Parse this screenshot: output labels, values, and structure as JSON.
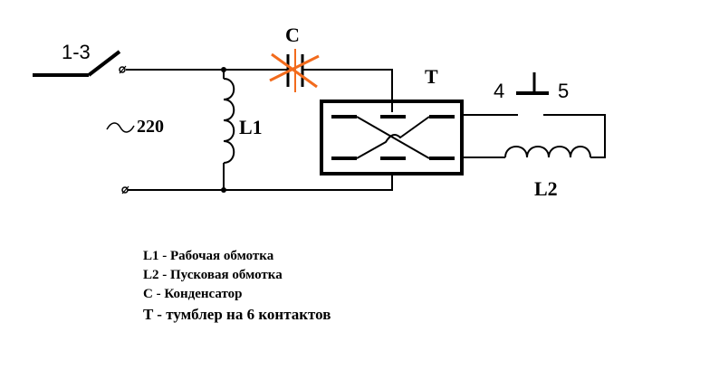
{
  "labels": {
    "switch": "1-3",
    "capacitor": "C",
    "toggle": "T",
    "button_left": "4",
    "button_right": "5",
    "voltage": "220",
    "l1": "L1",
    "l2": "L2"
  },
  "legend": [
    "L1 - Рабочая обмотка",
    "L2 - Пусковая обмотка",
    "C - Конденсатор",
    "T - тумблер на 6 контактов"
  ],
  "colors": {
    "line": "#000000",
    "cross_mark": "#f26b1d",
    "background": "#ffffff"
  }
}
